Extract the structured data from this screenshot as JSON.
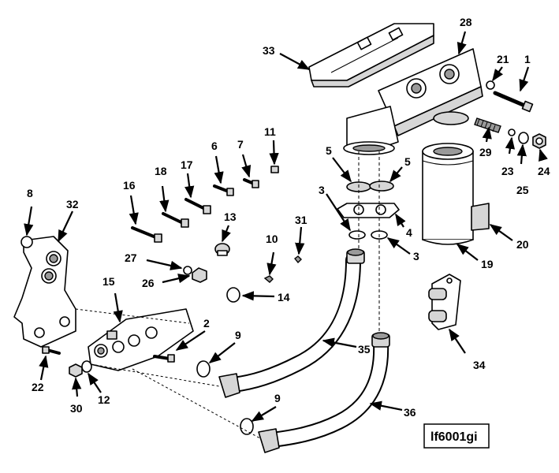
{
  "diagram": {
    "reference_code": "lf6001gi",
    "callouts": [
      "1",
      "2",
      "3",
      "3",
      "4",
      "5",
      "5",
      "6",
      "7",
      "8",
      "9",
      "9",
      "10",
      "11",
      "12",
      "13",
      "14",
      "15",
      "16",
      "17",
      "18",
      "19",
      "20",
      "21",
      "22",
      "23",
      "24",
      "25",
      "26",
      "27",
      "28",
      "29",
      "30",
      "31",
      "32",
      "33",
      "34",
      "35",
      "36"
    ]
  }
}
